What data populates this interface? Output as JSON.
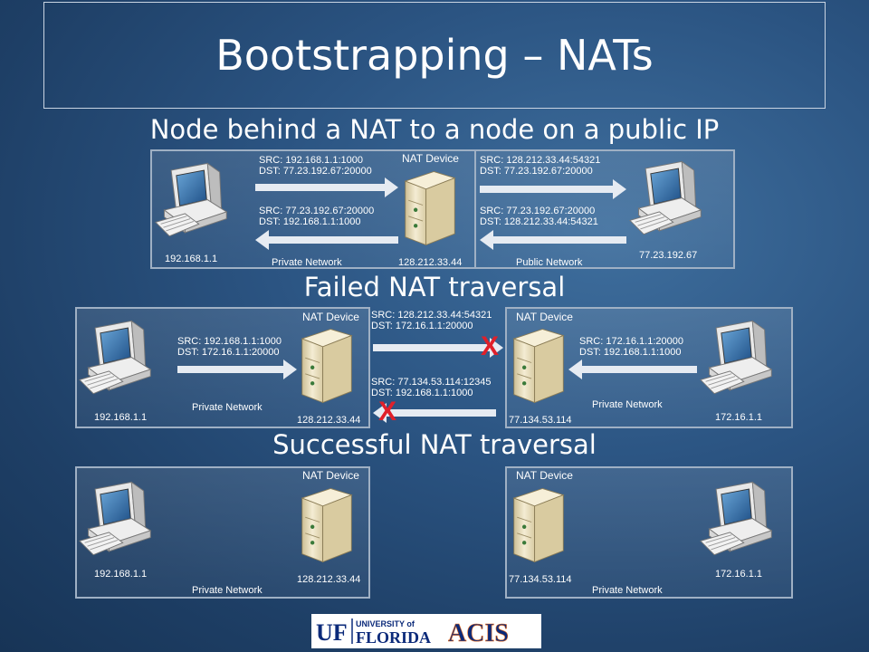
{
  "title": "Bootstrapping – NATs",
  "headings": {
    "public": "Node behind a NAT to a node on a public IP",
    "failed": "Failed NAT traversal",
    "success": "Successful NAT traversal"
  },
  "colors": {
    "fail_mark": "#e0202a",
    "background": "#2b5482"
  },
  "diagram1": {
    "nat_device": "NAT Device",
    "client_ip": "192.168.1.1",
    "nat_ip": "128.212.33.44",
    "server_ip": "77.23.192.67",
    "private_network": "Private Network",
    "public_network": "Public Network",
    "pkt_out_private": {
      "src": "SRC:  192.168.1.1:1000",
      "dst": "DST: 77.23.192.67:20000"
    },
    "pkt_out_public": {
      "src": "SRC:  128.212.33.44:54321",
      "dst": "DST: 77.23.192.67:20000"
    },
    "pkt_in_private": {
      "src": "SRC:  77.23.192.67:20000",
      "dst": "DST:  192.168.1.1:1000"
    },
    "pkt_in_public": {
      "src": "SRC:  77.23.192.67:20000",
      "dst": "DST:  128.212.33.44:54321"
    }
  },
  "diagram2": {
    "left": {
      "nat_device": "NAT Device",
      "client_ip": "192.168.1.1",
      "nat_ip": "128.212.33.44",
      "private_network": "Private Network"
    },
    "right": {
      "nat_device": "NAT Device",
      "client_ip": "172.16.1.1",
      "nat_ip": "77.134.53.114",
      "private_network": "Private Network"
    },
    "pkt_left_private": {
      "src": "SRC:  192.168.1.1:1000",
      "dst": "DST: 172.16.1.1:20000"
    },
    "pkt_right_private": {
      "src": "SRC:  172.16.1.1:20000",
      "dst": "DST: 192.168.1.1:1000"
    },
    "pkt_cross_top": {
      "src": "SRC:  128.212.33.44:54321",
      "dst": "DST: 172.16.1.1:20000"
    },
    "pkt_cross_bottom": {
      "src": "SRC:  77.134.53.114:12345",
      "dst": "DST: 192.168.1.1:1000"
    },
    "fail_mark": "X"
  },
  "diagram3": {
    "left": {
      "nat_device": "NAT Device",
      "client_ip": "192.168.1.1",
      "nat_ip": "128.212.33.44",
      "private_network": "Private Network"
    },
    "right": {
      "nat_device": "NAT Device",
      "client_ip": "172.16.1.1",
      "nat_ip": "77.134.53.114",
      "private_network": "Private Network"
    }
  },
  "logo": {
    "uf": "UF",
    "university_of": "UNIVERSITY of",
    "florida": "FLORIDA",
    "acis": "ACIS"
  }
}
